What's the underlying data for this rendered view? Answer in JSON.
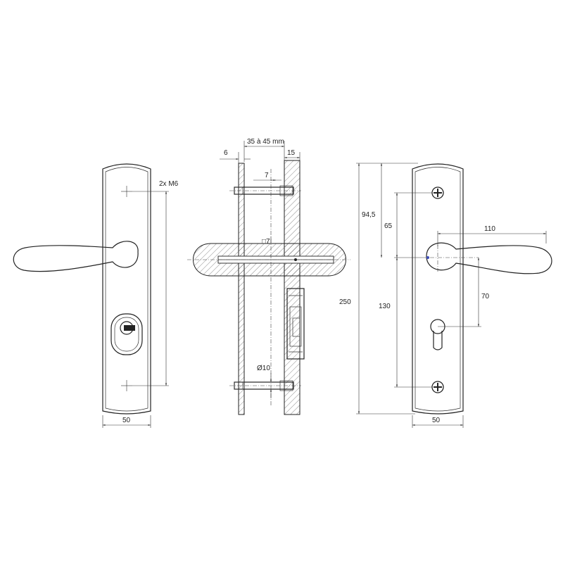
{
  "labels": {
    "screw_spec": "2x M6",
    "left_width": "50",
    "gap_range": "35 à 45 mm",
    "inner_plate": "6",
    "outer_plate": "15",
    "spindle_depth": "7",
    "square_spindle": "□7",
    "bolt_diameter": "Ø10",
    "top_to_handle": "94,5",
    "screw_to_handle": "65",
    "lever_length": "110",
    "handle_to_cylinder": "70",
    "screw_spacing": "130",
    "total_height": "250",
    "right_width": "50"
  },
  "colors": {
    "line": "#222222",
    "accent": "#3b4cc0"
  }
}
